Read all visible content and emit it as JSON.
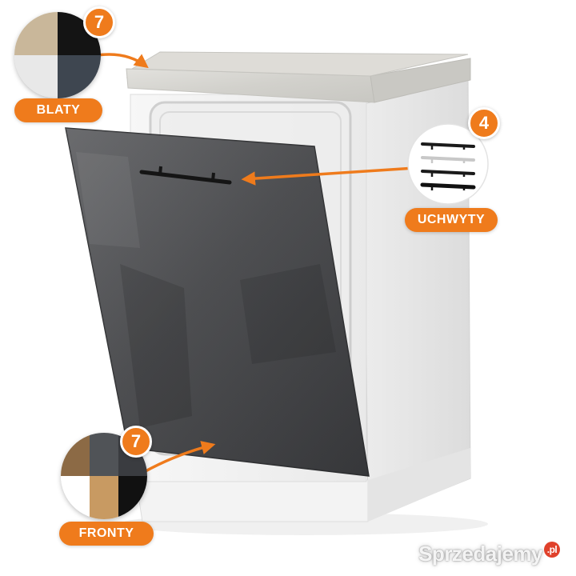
{
  "callouts": {
    "blaty": {
      "label": "BLATY",
      "count": "7",
      "swatch_colors": [
        "#c9b79a",
        "#141414",
        "#e8e8e8",
        "#3e4650"
      ]
    },
    "uchwyty": {
      "label": "UCHWYTY",
      "count": "4",
      "handle_colors": [
        "#1a1a1a",
        "#c8c8c8",
        "#1a1a1a",
        "#111111"
      ]
    },
    "fronty": {
      "label": "FRONTY",
      "count": "7",
      "swatch_colors": [
        "#8c6a45",
        "#505357",
        "#3a3c40",
        "#ffffff",
        "#c89a62",
        "#111111"
      ]
    }
  },
  "colors": {
    "accent": "#ef7b1c",
    "cabinet_body": "#f4f4f4",
    "countertop": "#d9d8d4",
    "front_panel": "#4a4b4d"
  },
  "watermark": {
    "text": "Sprzedajemy",
    "suffix": ".pl"
  }
}
